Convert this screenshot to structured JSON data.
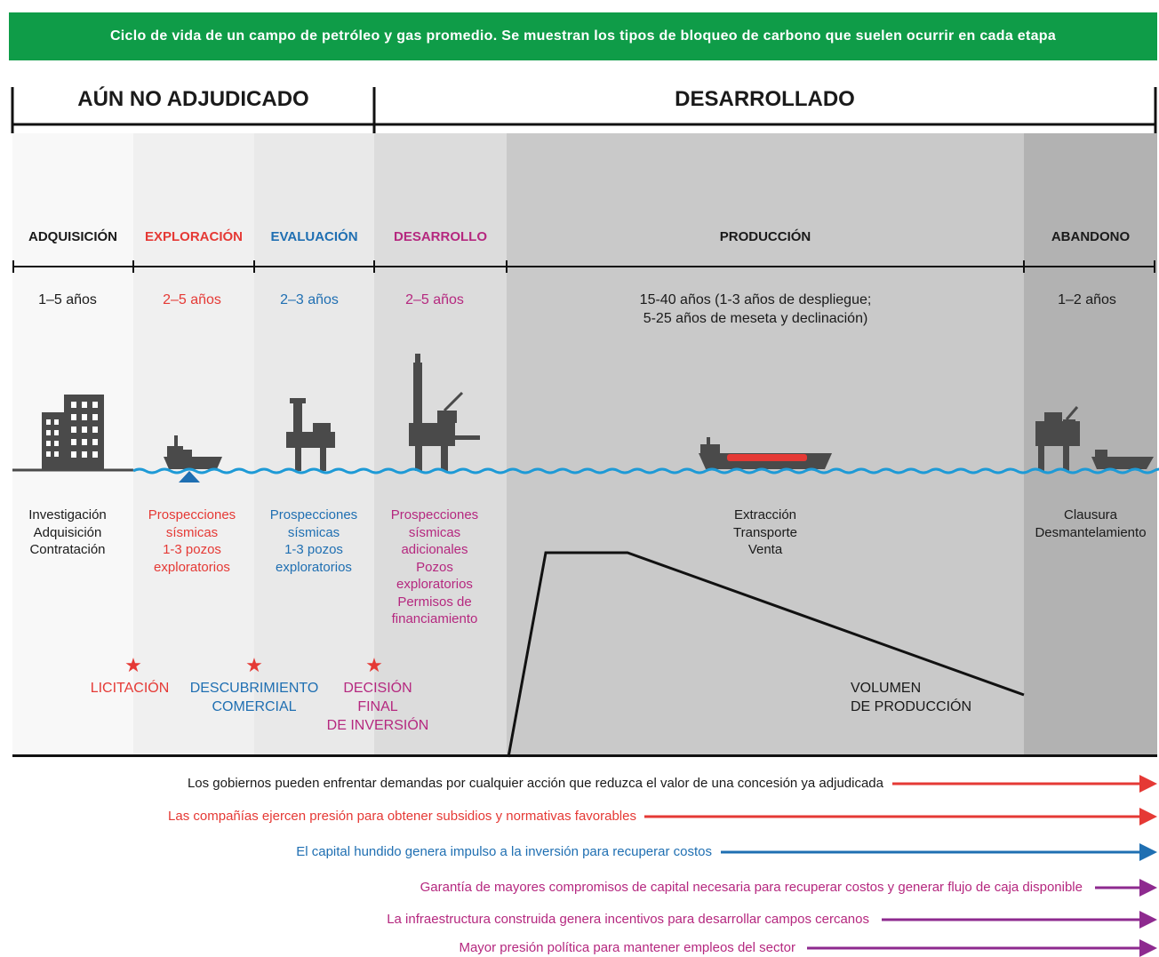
{
  "title": "Ciclo de vida de un campo de petróleo y gas promedio. Se muestran los tipos de bloqueo de carbono que suelen ocurrir en cada etapa",
  "phases": {
    "not_awarded": "AÚN NO ADJUDICADO",
    "developed": "DESARROLLADO"
  },
  "stages": [
    {
      "name": "ADQUISICIÓN",
      "years": "1–5 años",
      "activities": [
        "Investigación",
        "Adquisición",
        "Contratación"
      ],
      "color": "#1a1a1a"
    },
    {
      "name": "EXPLORACIÓN",
      "years": "2–5 años",
      "activities": [
        "Prospecciones",
        "sísmicas",
        "1-3 pozos",
        "exploratorios"
      ],
      "color": "#e53935"
    },
    {
      "name": "EVALUACIÓN",
      "years": "2–3 años",
      "activities": [
        "Prospecciones",
        "sísmicas",
        "1-3 pozos",
        "exploratorios"
      ],
      "color": "#1f6fb2"
    },
    {
      "name": "DESARROLLO",
      "years": "2–5 años",
      "activities": [
        "Prospecciones",
        "sísmicas",
        "adicionales",
        "Pozos",
        "exploratorios",
        "Permisos de",
        "financiamiento"
      ],
      "color": "#b5287f"
    },
    {
      "name": "PRODUCCIÓN",
      "years_lines": [
        "15-40 años (1-3 años de despliegue;",
        "5-25 años de meseta y declinación)"
      ],
      "activities": [
        "Extracción",
        "Transporte",
        "Venta"
      ],
      "color": "#1a1a1a"
    },
    {
      "name": "ABANDONO",
      "years": "1–2 años",
      "activities": [
        "Clausura",
        "Desmantelamiento"
      ],
      "color": "#1a1a1a"
    }
  ],
  "milestones": {
    "tender": "LICITACIÓN",
    "discovery": [
      "DESCUBRIMIENTO",
      "COMERCIAL"
    ],
    "fid": [
      "DECISIÓN",
      "FINAL",
      "DE INVERSIÓN"
    ]
  },
  "production_label": [
    "VOLUMEN",
    "DE PRODUCCIÓN"
  ],
  "lockin_notes": [
    {
      "text": "Los gobiernos pueden enfrentar demandas por cualquier acción que reduzca el valor de una concesión ya adjudicada",
      "color": "#1a1a1a",
      "arrow_color": "#e53935"
    },
    {
      "text": "Las compañías ejercen presión para obtener subsidios y normativas favorables",
      "color": "#e53935",
      "arrow_color": "#e53935"
    },
    {
      "text": "El capital hundido genera impulso a la inversión para recuperar costos",
      "color": "#1f6fb2",
      "arrow_color": "#1f6fb2"
    },
    {
      "text": "Garantía de mayores compromisos de capital necesaria para recuperar costos y generar flujo de caja disponible",
      "color": "#b5287f",
      "arrow_color": "#8e2a8f"
    },
    {
      "text": "La infraestructura construida genera incentivos para desarrollar campos cercanos",
      "color": "#b5287f",
      "arrow_color": "#8e2a8f"
    },
    {
      "text": "Mayor presión política para mantener empleos del sector",
      "color": "#b5287f",
      "arrow_color": "#8e2a8f"
    }
  ],
  "icons": [
    "office-building-icon",
    "seismic-ship-icon",
    "jackup-rig-icon",
    "platform-icon",
    "tanker-icon",
    "decommission-platform-icon"
  ]
}
